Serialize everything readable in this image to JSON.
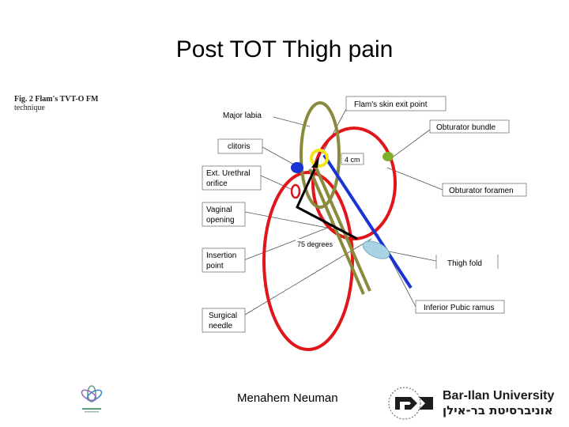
{
  "slide": {
    "title": "Post TOT Thigh pain",
    "footer_name": "Menahem Neuman"
  },
  "figure": {
    "caption_line1": "Fig. 2  Flam's TVT-O FM",
    "caption_line2": "technique",
    "labels": {
      "major_labia": "Major labia",
      "clitoris": "clitoris",
      "urethral_1": "Ext. Urethral",
      "urethral_2": "orifice",
      "vaginal_1": "Vaginal",
      "vaginal_2": "opening",
      "insertion_1": "Insertion",
      "insertion_2": "point",
      "surgical_1": "Surgical",
      "surgical_2": "needle",
      "skin_exit": "Flam's skin exit point",
      "obturator_bundle": "Obturator bundle",
      "obturator_foramen": "Obturator foramen",
      "thigh_fold": "Thigh fold",
      "pubic_ramus": "Inferior Pubic ramus",
      "distance": "4 cm",
      "angle": "75 degrees"
    },
    "colors": {
      "red": "#e0161b",
      "blue": "#1a33d6",
      "olive": "#8a8a3c",
      "yellow": "#f2e61a",
      "green_dot": "#7fae2a",
      "light_blue": "#a9d3e3"
    }
  },
  "logos": {
    "university_en": "Bar-Ilan University",
    "university_he": "אוניברסיטת בר-אילן"
  }
}
